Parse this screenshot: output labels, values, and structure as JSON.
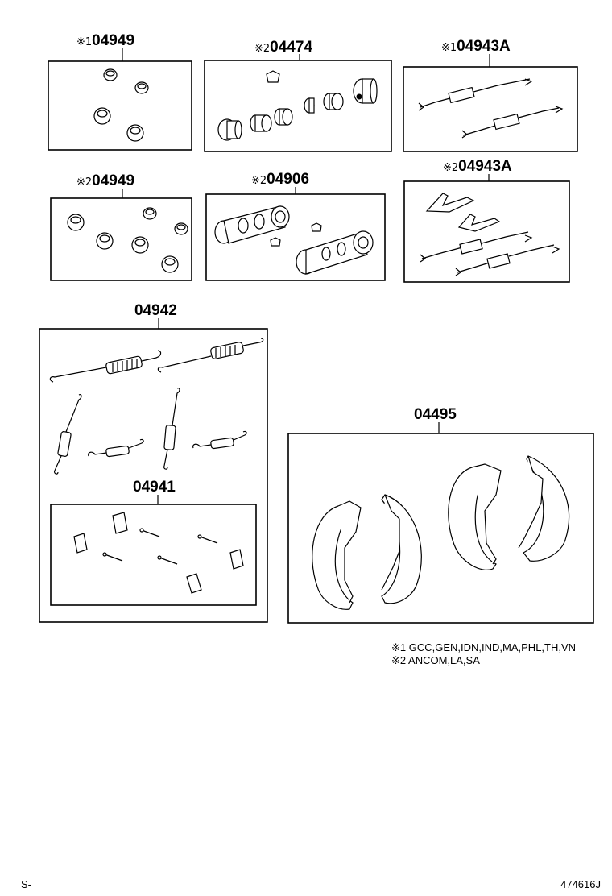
{
  "labels": {
    "kit1": {
      "mark": "※1",
      "code": "04949"
    },
    "kit2": {
      "mark": "※2",
      "code": "04474"
    },
    "kit3": {
      "mark": "※1",
      "code": "04943A"
    },
    "kit4": {
      "mark": "※2",
      "code": "04949"
    },
    "kit5": {
      "mark": "※2",
      "code": "04906"
    },
    "kit6": {
      "mark": "※2",
      "code": "04943A"
    },
    "springs": {
      "code": "04942"
    },
    "hardware": {
      "code": "04941"
    },
    "shoes": {
      "code": "04495"
    }
  },
  "notes": {
    "line1": "※1 GCC,GEN,IDN,IND,MA,PHL,TH,VN",
    "line2": "※2 ANCOM,LA,SA"
  },
  "footer": {
    "left": "S-",
    "right": "474616J"
  }
}
